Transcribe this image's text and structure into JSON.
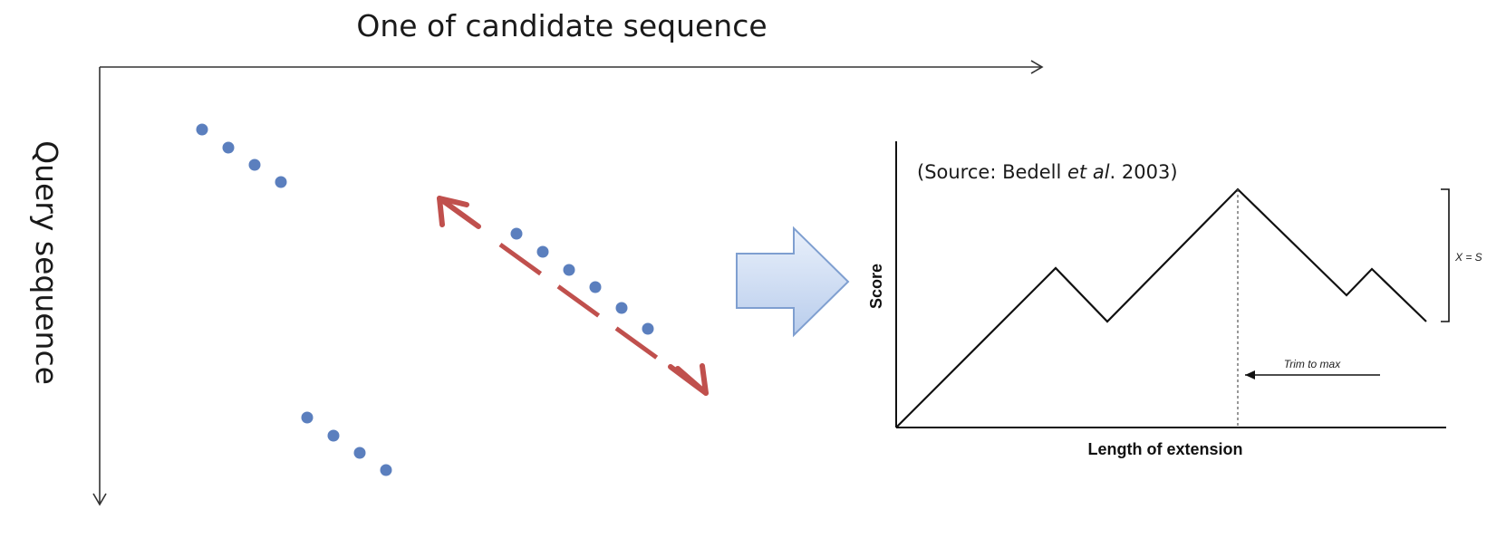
{
  "left_diagram": {
    "x_axis_label": "One of candidate sequence",
    "y_axis_label": "Query sequence",
    "dot_color": "#5b7fbe",
    "arrow_color": "#c0504d",
    "dot_groups": [
      {
        "name": "top-left-diagonal",
        "count": 4
      },
      {
        "name": "center-diagonal",
        "count": 6
      },
      {
        "name": "bottom-diagonal",
        "count": 4
      }
    ]
  },
  "transition_arrow": {
    "icon": "right-block-arrow-icon",
    "fill_color": "#c9d9f1",
    "stroke_color": "#7f9fd0"
  },
  "right_chart": {
    "source_prefix": "(Source: Bedell ",
    "source_italic": "et al",
    "source_suffix": ". 2003)",
    "xlabel": "Length of extension",
    "ylabel": "Score",
    "drop_label": "X = S",
    "trim_label": "Trim to max"
  }
}
